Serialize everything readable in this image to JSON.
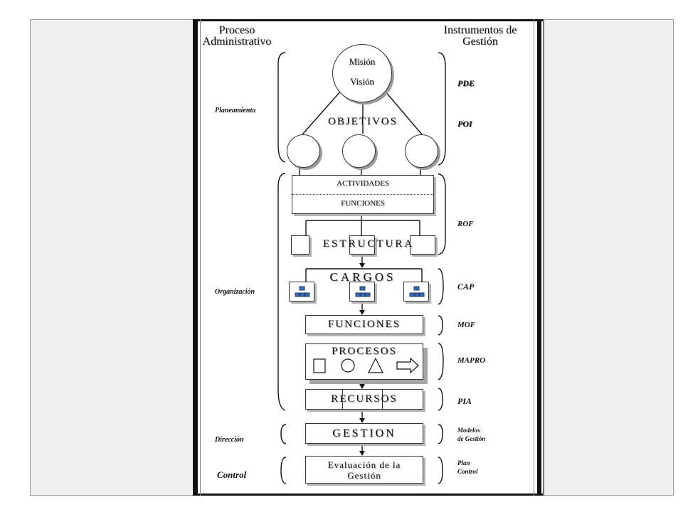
{
  "headers": {
    "left": [
      "Proceso",
      "Administrativo"
    ],
    "right": [
      "Instrumentos de",
      "Gestión"
    ]
  },
  "stages": {
    "planeamiento": "Planeamiento",
    "organizacion": "Organización",
    "direccion": "Dirección",
    "control": "Control"
  },
  "instruments": {
    "pde": "PDE",
    "poi": "POI",
    "rof": "ROF",
    "cap": "CAP",
    "mof": "MOF",
    "mapro": "MAPRO",
    "pia": "PIA",
    "modelos": [
      "Modelos",
      "de Gestión"
    ],
    "plan_control": [
      "Plan",
      "Control"
    ]
  },
  "nodes": {
    "mision": "Misión",
    "vision": "Visión",
    "objetivos": "OBJETIVOS",
    "actividades": "ACTIVIDADES",
    "funciones_small": "FUNCIONES",
    "estructura": "ESTRUCTURA",
    "cargos": "CARGOS",
    "funciones": "FUNCIONES",
    "procesos": "PROCESOS",
    "recursos": "RECURSOS",
    "gestion": "GESTION",
    "evaluacion": [
      "Evaluación de la",
      "Gestión"
    ]
  },
  "icons": [
    "org-chart-icon",
    "square-icon",
    "circle-icon",
    "triangle-icon",
    "arrow-icon"
  ]
}
